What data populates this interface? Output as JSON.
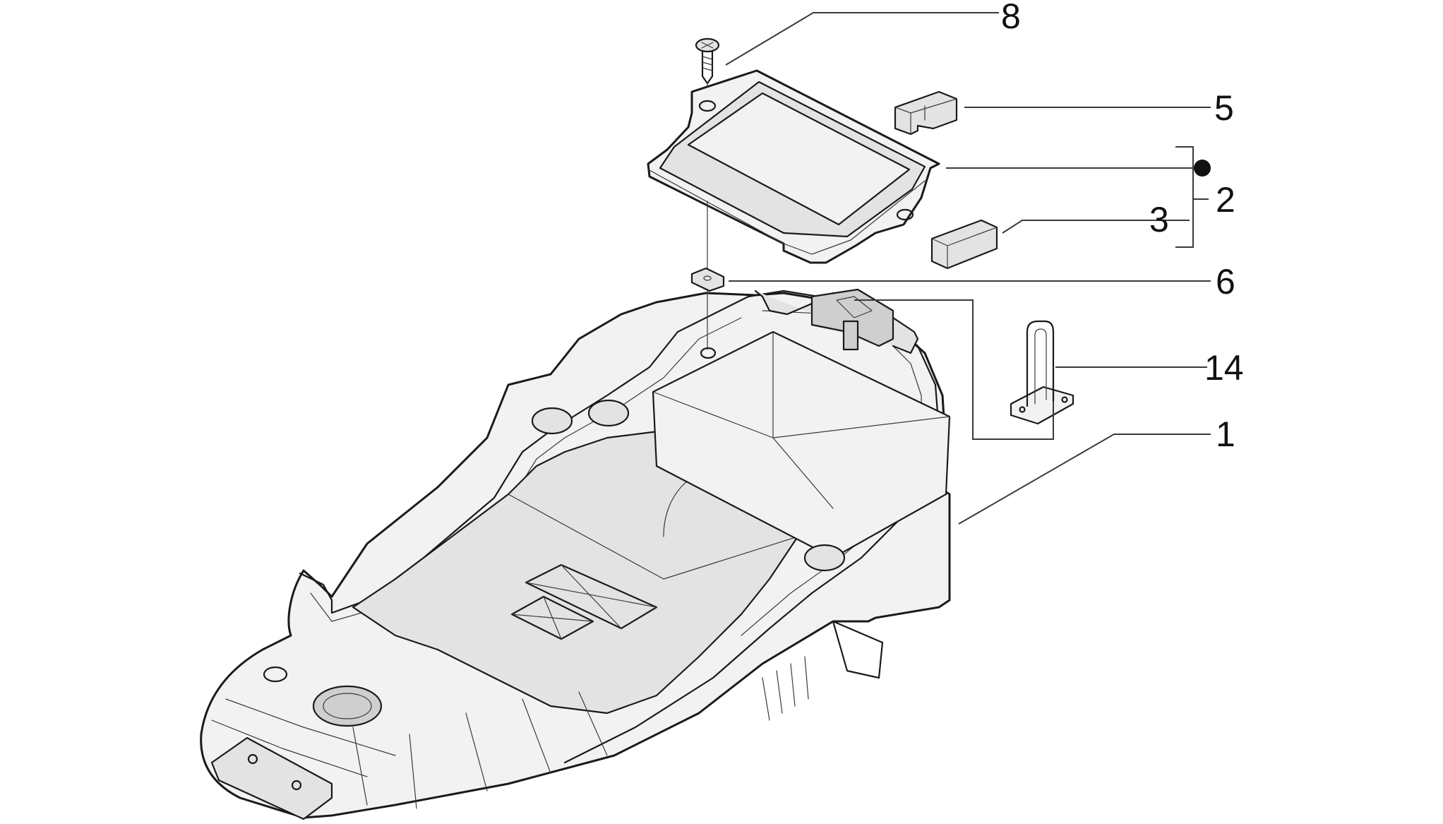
{
  "callouts": [
    {
      "id": "c8",
      "label": "8"
    },
    {
      "id": "c5",
      "label": "5"
    },
    {
      "id": "c2",
      "label": "2"
    },
    {
      "id": "c3",
      "label": "3"
    },
    {
      "id": "c6",
      "label": "6"
    },
    {
      "id": "c14",
      "label": "14"
    },
    {
      "id": "c1",
      "label": "1"
    }
  ],
  "colors": {
    "line": "#1a1a1a",
    "background": "#ffffff"
  }
}
